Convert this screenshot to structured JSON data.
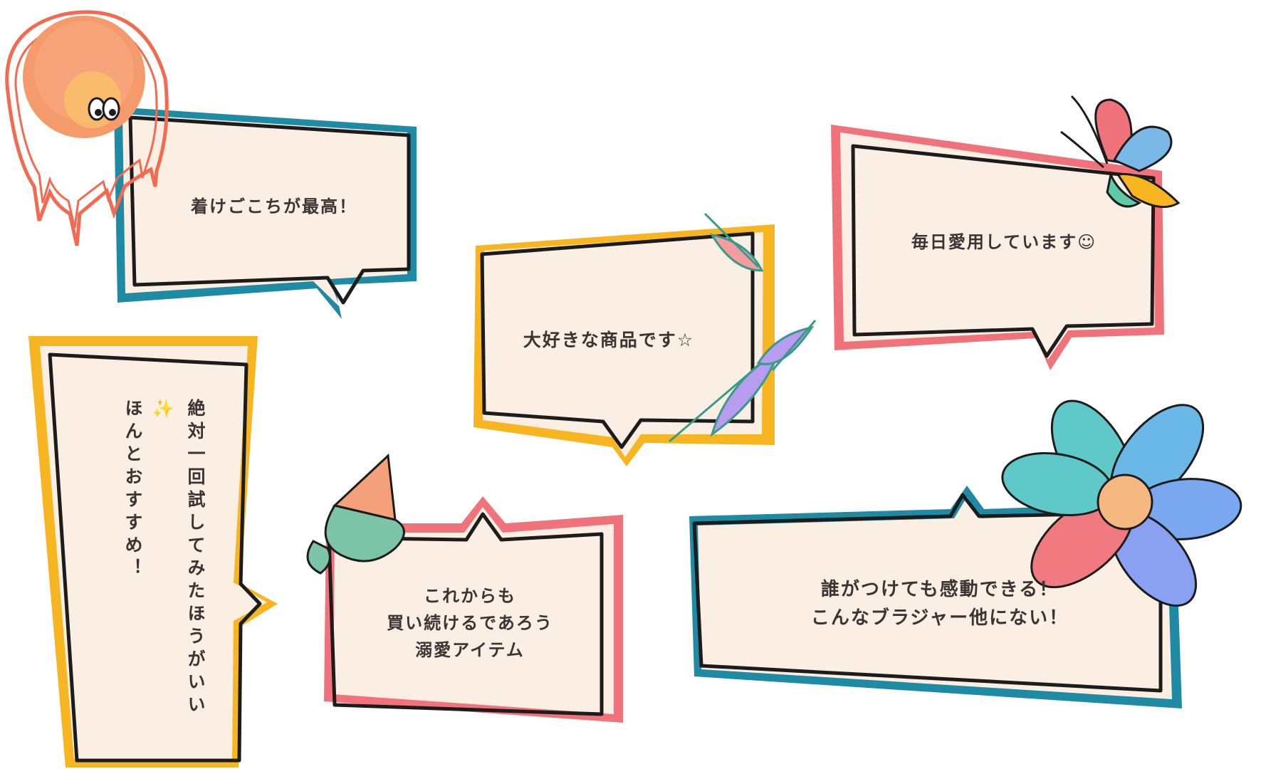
{
  "bubbles": {
    "comfort": "着けごこちが最高！",
    "favorite": "大好きな商品です☆",
    "daily": "毎日愛用しています☺",
    "recommend_line1": "絶対一回試してみたほうがいい✨",
    "recommend_line2": "ほんとおすすめ！",
    "continue_line1": "これからも",
    "continue_line2": "買い続けるであろう",
    "continue_line3": "溺愛アイテム",
    "anyone_line1": "誰がつけても感動できる！",
    "anyone_line2": "こんなブラジャー他にない！"
  },
  "colors": {
    "teal": "#1e8aa3",
    "yellow": "#f7b621",
    "coral": "#f0727a",
    "cream": "#fbeee3",
    "ink": "#1c1c1c"
  },
  "icons": [
    "melting-sun-icon",
    "feather-icon",
    "butterfly-icon",
    "ice-cream-icon",
    "flower-icon"
  ]
}
